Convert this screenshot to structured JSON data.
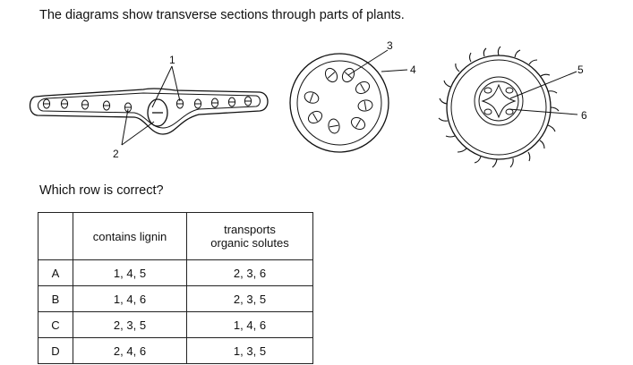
{
  "intro_text": "The diagrams show transverse sections through parts of plants.",
  "question_text": "Which row is correct?",
  "diagram_labels": [
    "1",
    "2",
    "3",
    "4",
    "5",
    "6"
  ],
  "table": {
    "headers": [
      "",
      "contains lignin",
      "transports organic solutes"
    ],
    "rows": [
      {
        "key": "A",
        "lignin": "1, 4, 5",
        "solutes": "2, 3, 6"
      },
      {
        "key": "B",
        "lignin": "1, 4, 6",
        "solutes": "2, 3, 5"
      },
      {
        "key": "C",
        "lignin": "2, 3, 5",
        "solutes": "1, 4, 6"
      },
      {
        "key": "D",
        "lignin": "2, 4, 6",
        "solutes": "1, 3, 5"
      }
    ]
  }
}
